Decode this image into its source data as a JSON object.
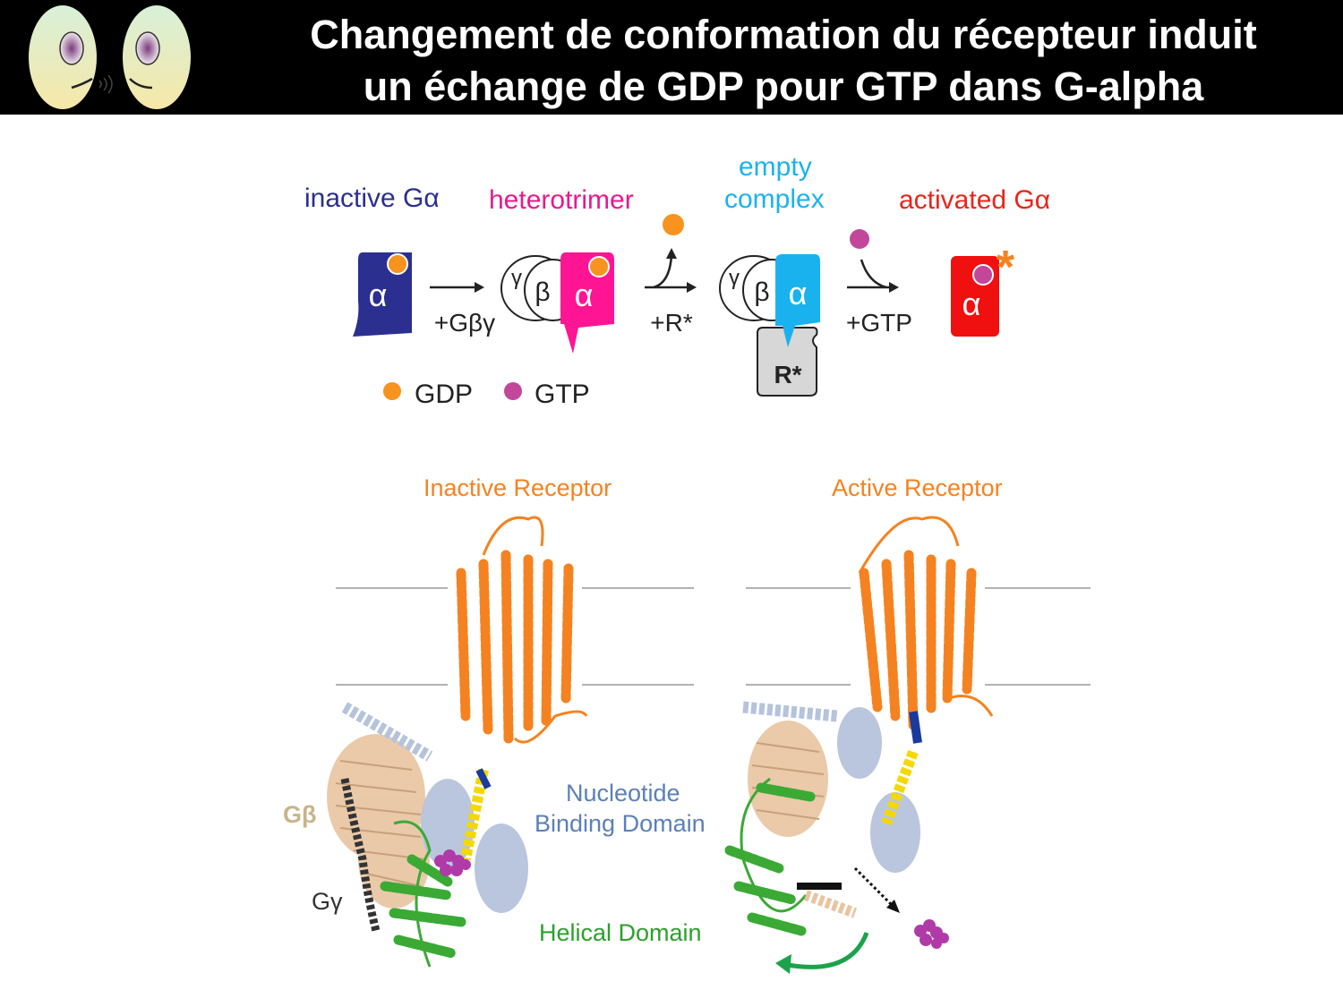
{
  "header": {
    "title_line1": "Changement de conformation du récepteur induit",
    "title_line2": "un échange de GDP pour GTP dans G-alpha"
  },
  "scheme": {
    "stage1": "inactive Gα",
    "stage2": "heterotrimer",
    "stage3_line1": "empty",
    "stage3_line2": "complex",
    "stage4": "activated Gα",
    "step1": "+Gβγ",
    "step2": "+R*",
    "step3": "+GTP",
    "alpha": "α",
    "beta": "β",
    "gamma": "γ",
    "receptor": "R*",
    "star": "*",
    "legend_gdp": "GDP",
    "legend_gtp": "GTP"
  },
  "structures": {
    "inactive_receptor": "Inactive Receptor",
    "active_receptor": "Active Receptor",
    "gbeta": "Gβ",
    "ggamma": "Gγ",
    "nbd_line1": "Nucleotide",
    "nbd_line2": "Binding Domain",
    "helical": "Helical Domain"
  },
  "colors": {
    "inactive_alpha": "#2b2f8f",
    "heterotrimer_alpha": "#ff1493",
    "empty_alpha": "#1ab2ee",
    "activated_alpha": "#f01010",
    "gdp": "#f7931e",
    "gtp": "#c2479a",
    "receptor_orange": "#f58220",
    "helical_green": "#3aaa35",
    "nbd_blue": "#8fa8d0",
    "gbeta_tan": "#e8c4a0"
  }
}
